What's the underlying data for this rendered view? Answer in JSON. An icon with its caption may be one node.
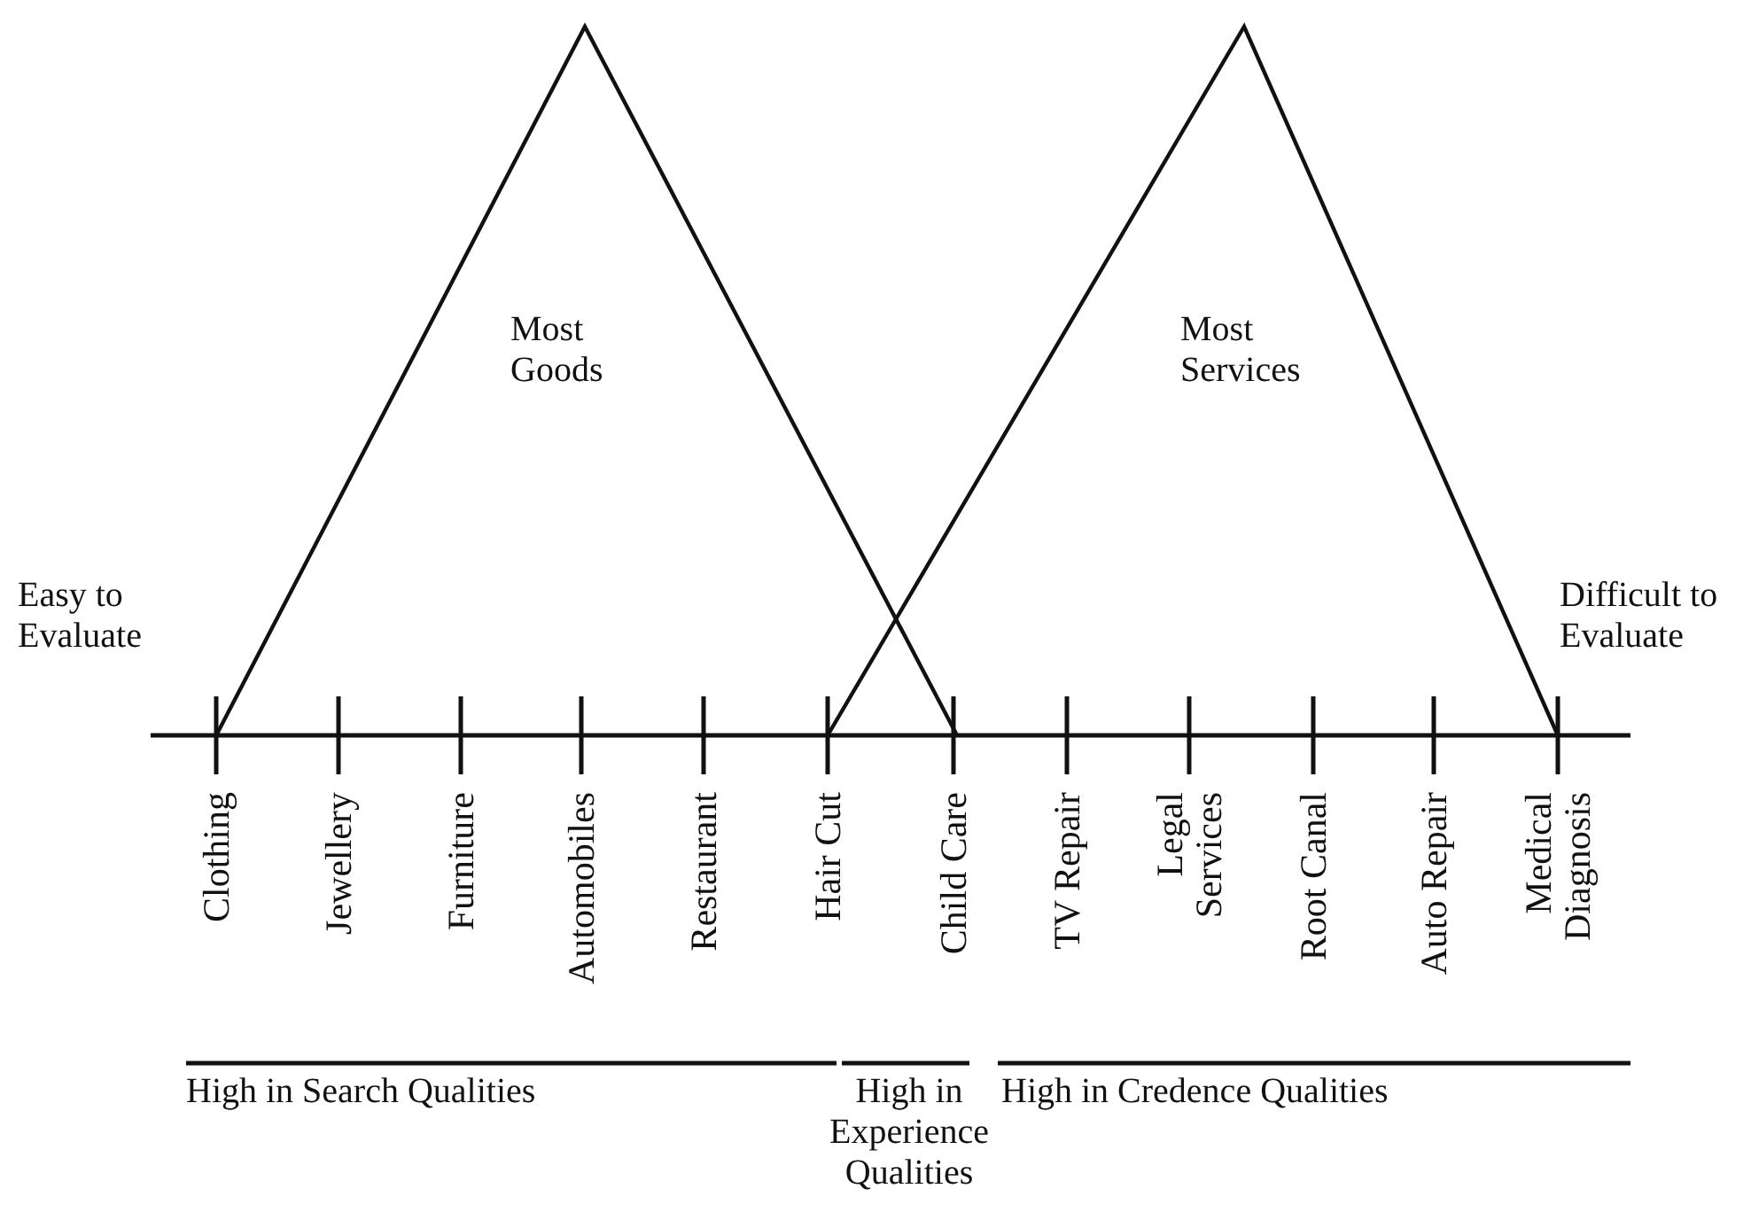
{
  "diagram": {
    "labels": [
      "Most Goods",
      "Most Services",
      "Easy to Evaluate",
      "Difficult to Evaluate",
      "Clothing",
      "Jewellery",
      "Furniture",
      "Automobiles",
      "Restaurant",
      "Hair Cut",
      "Child Care",
      "TV Repair",
      "Legal Services",
      "Root Canal",
      "Auto Repair",
      "Medical Diagnosis",
      "High in Search Qualities",
      "High in Experience Qualities",
      "High in Credence Qualities"
    ]
  }
}
